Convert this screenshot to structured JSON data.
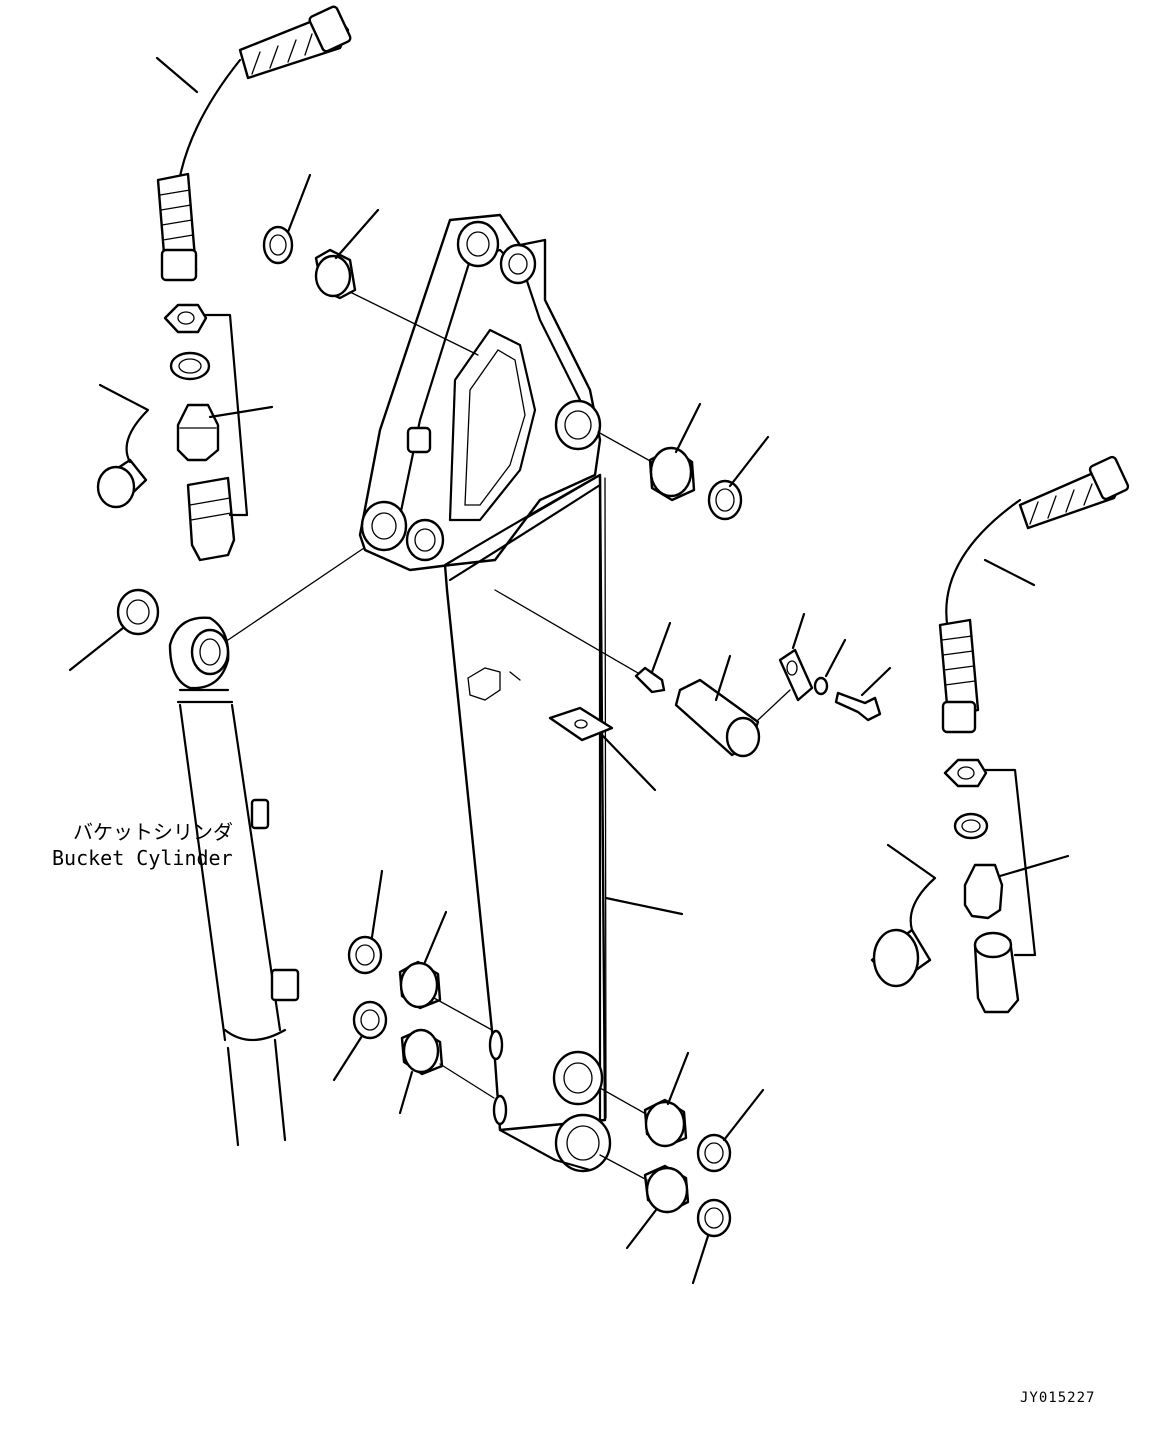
{
  "labels": {
    "bucket_cylinder_jp": "バケットシリンダ",
    "bucket_cylinder_en": "Bucket Cylinder"
  },
  "drawing_code": "JY015227"
}
